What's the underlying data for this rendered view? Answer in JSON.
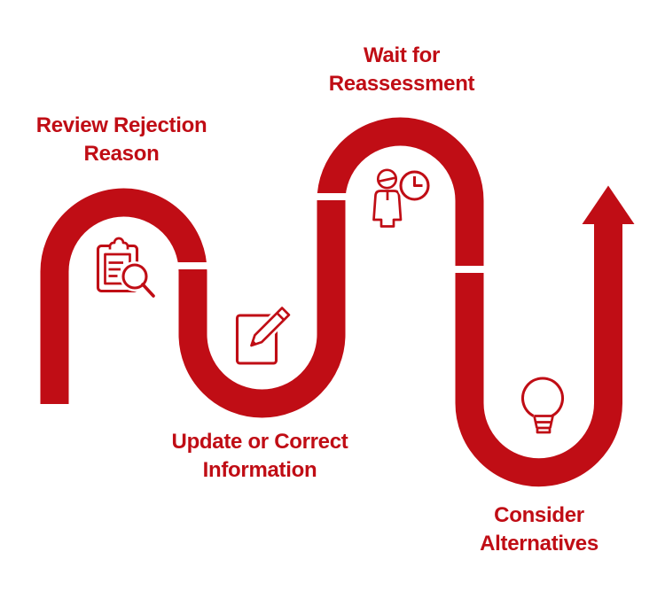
{
  "colors": {
    "accent": "#C00D15",
    "background": "#FFFFFF"
  },
  "diagram": {
    "kind": "serpentine-process-flow",
    "terminator": "upward-arrow",
    "steps": [
      {
        "order": 1,
        "label": "Review Rejection\nReason",
        "icon": "clipboard-search-icon"
      },
      {
        "order": 2,
        "label": "Update or Correct\nInformation",
        "icon": "edit-pencil-icon"
      },
      {
        "order": 3,
        "label": "Wait for\nReassessment",
        "icon": "person-clock-icon"
      },
      {
        "order": 4,
        "label": "Consider\nAlternatives",
        "icon": "lightbulb-icon"
      }
    ]
  }
}
